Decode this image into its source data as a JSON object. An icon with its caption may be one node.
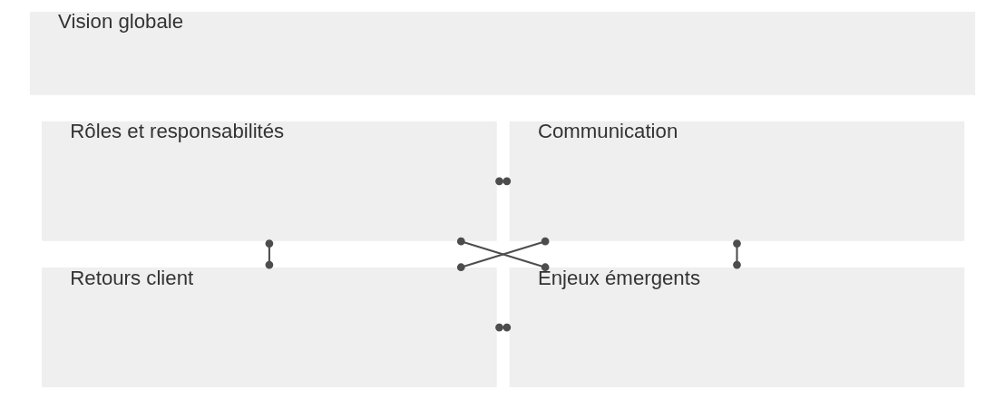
{
  "diagram": {
    "nodes": [
      {
        "text": [
          "Vision globale"
        ]
      },
      {
        "text": [
          "Rôles et responsabilités"
        ]
      },
      {
        "text": [
          "Communication"
        ]
      },
      {
        "text": [
          "Retours client"
        ]
      },
      {
        "text": [
          "Enjeux émergents"
        ]
      }
    ],
    "edges": [
      {
        "from": 1,
        "to": 2,
        "arrow": "other"
      },
      {
        "from": 1,
        "to": 3,
        "arrow": "other"
      },
      {
        "from": 1,
        "to": 4,
        "arrow": "other"
      },
      {
        "from": 2,
        "to": 3,
        "arrow": "other"
      },
      {
        "from": 2,
        "to": 4,
        "arrow": "other"
      },
      {
        "from": 3,
        "to": 4,
        "arrow": "other"
      }
    ]
  }
}
